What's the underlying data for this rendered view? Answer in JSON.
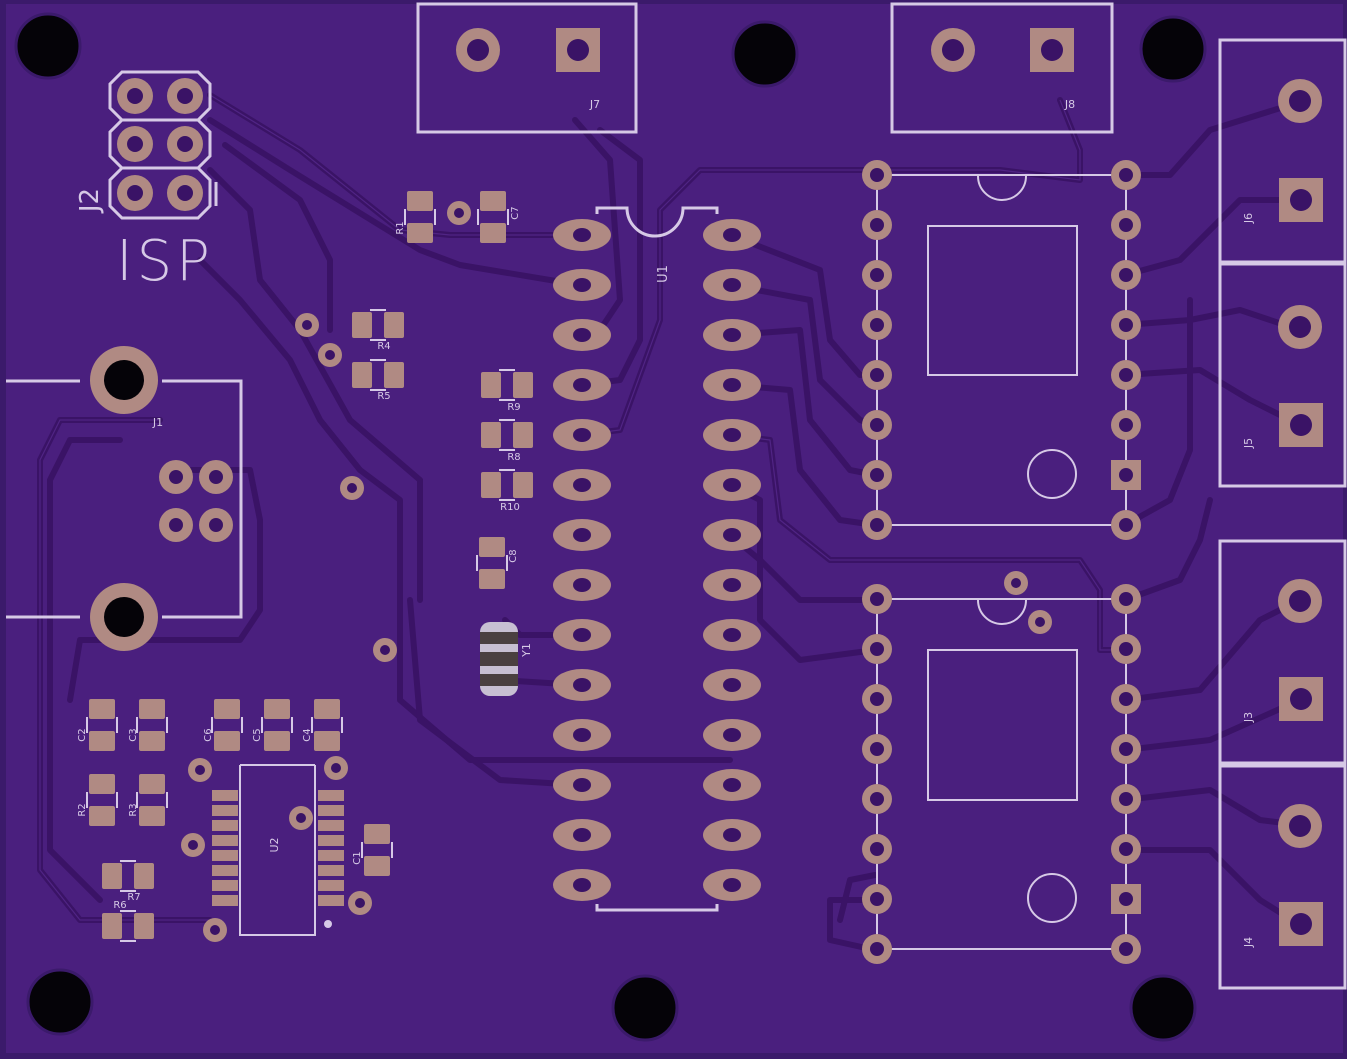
{
  "board": {
    "colors": {
      "substrate": "#4a1f7e",
      "edge": "#3b1a6b",
      "trace": "#3a1366",
      "trace_edge": "#5a2c92",
      "pad": "#b08a83",
      "pad_dark": "#8d6a64",
      "silk": "#d6c9e6",
      "hole": "#050308"
    }
  },
  "labels": {
    "j2": "J2",
    "isp": "ISP",
    "j7": "J7",
    "j8": "J8",
    "j1": "J1",
    "j6": "J6",
    "j5": "J5",
    "j3": "J3",
    "j4": "J4",
    "u1": "U1",
    "u2": "U2",
    "y1": "Y1",
    "r1": "R1",
    "c7": "C7",
    "r4": "R4",
    "r5": "R5",
    "r9": "R9",
    "r8": "R8",
    "r10": "R10",
    "c8": "C8",
    "c2": "C2",
    "c3": "C3",
    "c6": "C6",
    "c5": "C5",
    "c4": "C4",
    "r2": "R2",
    "r3": "R3",
    "c1": "C1",
    "r7": "R7",
    "r6": "R6"
  }
}
